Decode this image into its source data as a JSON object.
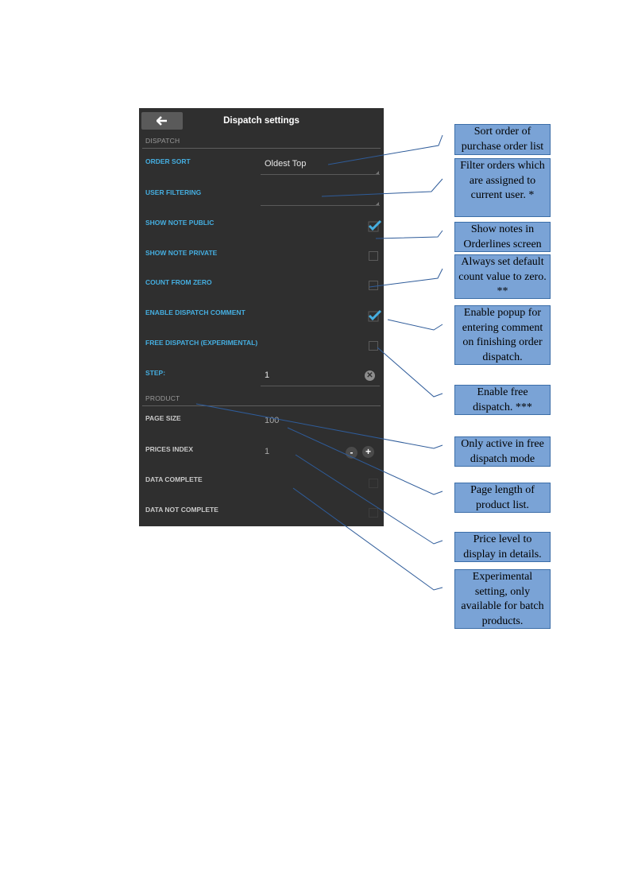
{
  "screen": {
    "title": "Dispatch settings",
    "back_icon": "arrow-left-icon",
    "sections": {
      "dispatch": "DISPATCH",
      "product": "PRODUCT"
    },
    "settings": {
      "order_sort": {
        "label": "ORDER SORT",
        "value": "Oldest Top"
      },
      "user_filtering": {
        "label": "USER FILTERING",
        "value": ""
      },
      "show_note_public": {
        "label": "SHOW NOTE PUBLIC",
        "checked": true
      },
      "show_note_private": {
        "label": "SHOW NOTE PRIVATE",
        "checked": false
      },
      "count_from_zero": {
        "label": "COUNT FROM ZERO",
        "checked": false
      },
      "enable_dispatch_comment": {
        "label": "ENABLE DISPATCH COMMENT",
        "checked": true
      },
      "free_dispatch": {
        "label": "FREE DISPATCH (EXPERIMENTAL)",
        "checked": false
      },
      "step": {
        "label": "STEP:",
        "value": "1"
      },
      "page_size": {
        "label": "PAGE SIZE",
        "value": "100"
      },
      "prices_index": {
        "label": "PRICES INDEX",
        "value": "1",
        "minus": "-",
        "plus": "+"
      },
      "data_complete": {
        "label": "DATA COMPLETE",
        "checked": false
      },
      "data_not_complete": {
        "label": "DATA NOT COMPLETE",
        "checked": false
      }
    }
  },
  "annotations": [
    "Sort order of purchase order list",
    "Filter orders which are assigned to current user. *",
    "Show notes in Orderlines screen",
    "Always set default count value to zero. **",
    "Enable popup for entering comment on finishing order dispatch.",
    "Enable free dispatch. ***",
    "Only active in free dispatch mode",
    "Page length of product list.",
    "Price level to display in details.",
    "Experimental setting, only available for batch products."
  ],
  "colors": {
    "panel_background": "#2f2f2f",
    "accent_label": "#45aee0",
    "checkmark": "#45aee0",
    "annotation_fill": "#7aa3d6",
    "annotation_border": "#3c6ea8",
    "connector_line": "#2f5c9a"
  }
}
